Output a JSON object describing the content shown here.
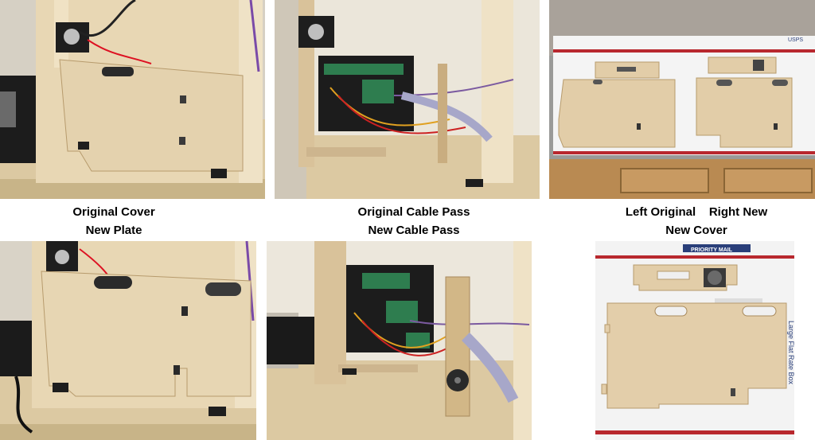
{
  "captions": {
    "top_left": "Original Cover",
    "top_middle": "Original Cable Pass",
    "top_right": "Left Original    Right New",
    "bottom_left": "New Plate",
    "bottom_middle": "New Cable Pass",
    "bottom_right": "New Cover"
  },
  "photo_text": {
    "priority_mail": "PRIORITY MAIL",
    "flat_rate_box": "Large Flat Rate Box",
    "usps": "USPS"
  },
  "colors": {
    "plywood": "#e2cda8",
    "plywood_dark": "#c9ad80",
    "wall": "#d8d2c6",
    "shelf": "#d9c6a0",
    "board_green": "#2e7d4f",
    "usps_red": "#b8282e",
    "usps_blue": "#2a3f7a"
  }
}
